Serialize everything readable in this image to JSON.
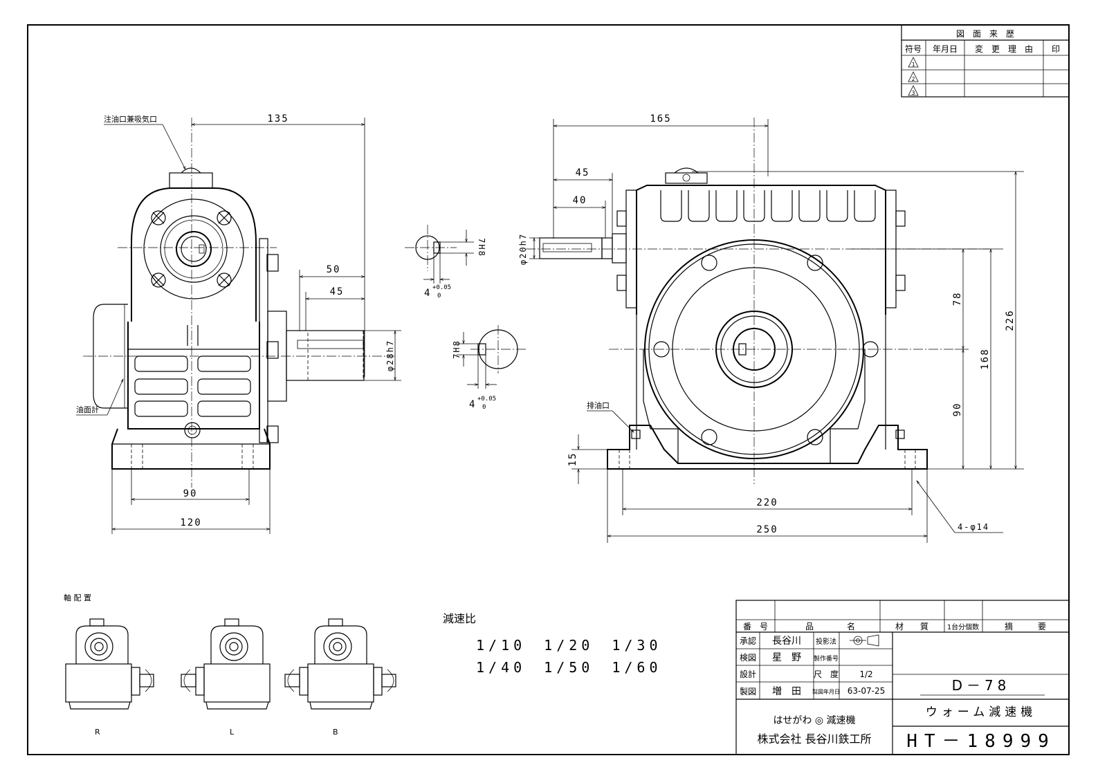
{
  "revision_table": {
    "title": "図　面　来　歴",
    "headers": [
      "符号",
      "年月日",
      "変　更　理　由",
      "印"
    ],
    "marks": [
      "1",
      "2",
      "3"
    ]
  },
  "labels": {
    "oil_inlet": "注油口兼吸気口",
    "oil_gauge": "油面計",
    "oil_drain": "排油口",
    "shaft_arrangement": "軸 配 置"
  },
  "dimensions": {
    "d135": "135",
    "d50": "50",
    "d45a": "45",
    "d28h7": "φ28h7",
    "d90a": "90",
    "d120": "120",
    "d7h8a": "7H8",
    "d4a": "4",
    "tol_a": "+0.05",
    "tol_a0": "0",
    "d7h8b": "7H8",
    "d4b": "4",
    "tol_b": "+0.05",
    "tol_b0": "0",
    "d165": "165",
    "d45b": "45",
    "d40": "40",
    "d20h7": "φ20h7",
    "d78": "78",
    "d226": "226",
    "d168": "168",
    "d90b": "90",
    "d15": "15",
    "d220": "220",
    "d250": "250",
    "holes": "4-φ14"
  },
  "arrangement_labels": [
    "R",
    "L",
    "B"
  ],
  "reduction": {
    "title": "減速比",
    "row1": "1/10　1/20　1/30",
    "row2": "1/40　1/50　1/60"
  },
  "title_block": {
    "h_number": "番　号",
    "h_name_a": "品",
    "h_name_b": "名",
    "h_material": "材　　質",
    "h_qty": "1台分個数",
    "h_remarks": "摘　　　要",
    "approve_label": "承認",
    "approve_name": "長谷川",
    "check_label": "検図",
    "check_name": "星　野",
    "design_label": "設計",
    "design_name": "",
    "draw_label": "製図",
    "draw_name": "増　田",
    "projection_label": "投影法",
    "part_no_label": "製作番号",
    "scale_label": "尺　度",
    "scale_value": "1/2",
    "date_label": "製図年月日",
    "date_value": "63-07-25",
    "model": "D－78",
    "product": "ウォーム減速機",
    "brand_line": "はせがわ ◎ 減速機",
    "company": "株式会社 長谷川鉄工所",
    "drawing_no": "HT－18999"
  }
}
